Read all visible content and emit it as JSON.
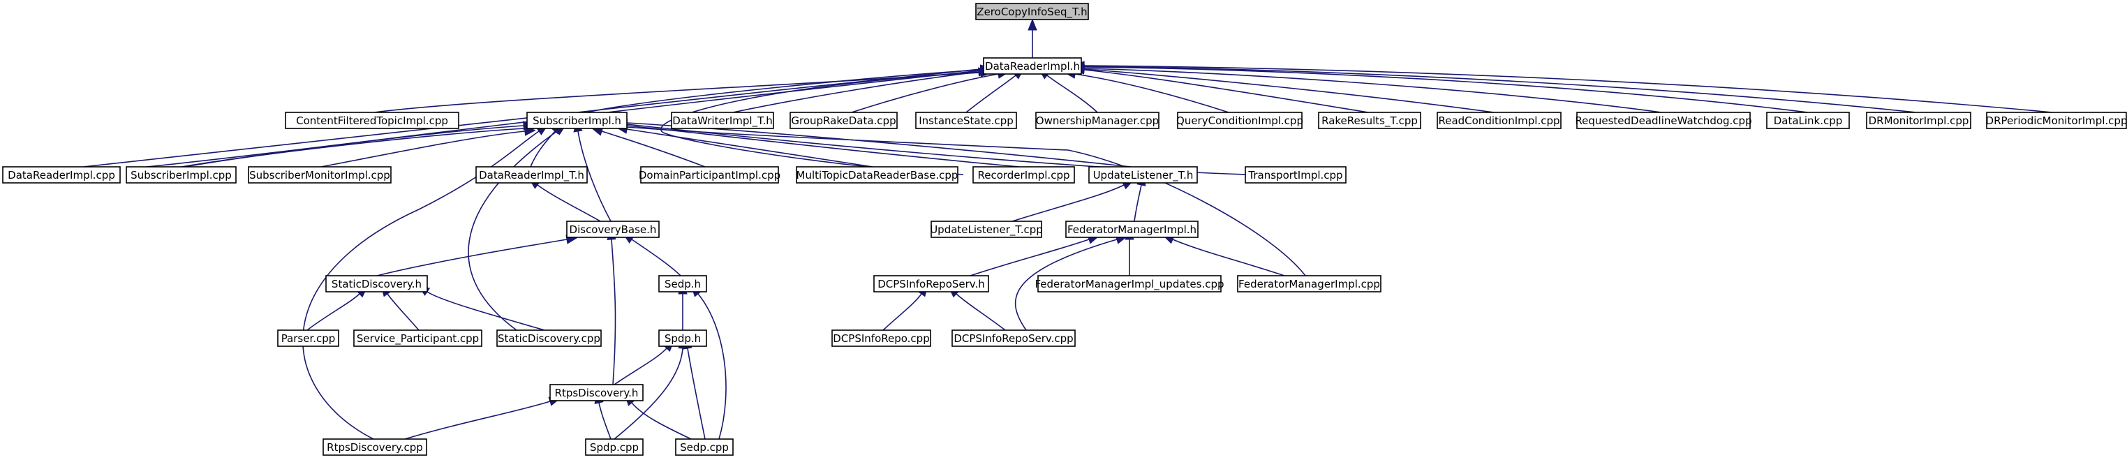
{
  "colors": {
    "edge": "#191970",
    "root_fill": "#bfbfbf",
    "node_fill": "#ffffff",
    "border": "#000000"
  },
  "nodes": [
    {
      "id": "root",
      "label": "ZeroCopyInfoSeq_T.h",
      "root": true
    },
    {
      "id": "drih",
      "label": "DataReaderImpl.h"
    },
    {
      "id": "cft",
      "label": "ContentFilteredTopicImpl.cpp"
    },
    {
      "id": "subh",
      "label": "SubscriberImpl.h"
    },
    {
      "id": "dwi",
      "label": "DataWriterImpl_T.h"
    },
    {
      "id": "grd",
      "label": "GroupRakeData.cpp"
    },
    {
      "id": "ist",
      "label": "InstanceState.cpp"
    },
    {
      "id": "own",
      "label": "OwnershipManager.cpp"
    },
    {
      "id": "qci",
      "label": "QueryConditionImpl.cpp"
    },
    {
      "id": "rrt",
      "label": "RakeResults_T.cpp"
    },
    {
      "id": "rci",
      "label": "ReadConditionImpl.cpp"
    },
    {
      "id": "rdw",
      "label": "RequestedDeadlineWatchdog.cpp"
    },
    {
      "id": "dl",
      "label": "DataLink.cpp"
    },
    {
      "id": "drm",
      "label": "DRMonitorImpl.cpp"
    },
    {
      "id": "drpm",
      "label": "DRPeriodicMonitorImpl.cpp"
    },
    {
      "id": "dric",
      "label": "DataReaderImpl.cpp"
    },
    {
      "id": "subc",
      "label": "SubscriberImpl.cpp"
    },
    {
      "id": "smon",
      "label": "SubscriberMonitorImpl.cpp"
    },
    {
      "id": "drit",
      "label": "DataReaderImpl_T.h"
    },
    {
      "id": "dpi",
      "label": "DomainParticipantImpl.cpp"
    },
    {
      "id": "mtd",
      "label": "MultiTopicDataReaderBase.cpp"
    },
    {
      "id": "rec",
      "label": "RecorderImpl.cpp"
    },
    {
      "id": "ulth",
      "label": "UpdateListener_T.h"
    },
    {
      "id": "tri",
      "label": "TransportImpl.cpp"
    },
    {
      "id": "db",
      "label": "DiscoveryBase.h"
    },
    {
      "id": "ultc",
      "label": "UpdateListener_T.cpp"
    },
    {
      "id": "fmh",
      "label": "FederatorManagerImpl.h"
    },
    {
      "id": "sdh",
      "label": "StaticDiscovery.h"
    },
    {
      "id": "sedph",
      "label": "Sedp.h"
    },
    {
      "id": "drs",
      "label": "DCPSInfoRepoServ.h"
    },
    {
      "id": "fmu",
      "label": "FederatorManagerImpl_updates.cpp"
    },
    {
      "id": "fmc",
      "label": "FederatorManagerImpl.cpp"
    },
    {
      "id": "par",
      "label": "Parser.cpp"
    },
    {
      "id": "svc",
      "label": "Service_Participant.cpp"
    },
    {
      "id": "sdc",
      "label": "StaticDiscovery.cpp"
    },
    {
      "id": "spdph",
      "label": "Spdp.h"
    },
    {
      "id": "dirc",
      "label": "DCPSInfoRepo.cpp"
    },
    {
      "id": "drsc",
      "label": "DCPSInfoRepoServ.cpp"
    },
    {
      "id": "rtph",
      "label": "RtpsDiscovery.h"
    },
    {
      "id": "rtpc",
      "label": "RtpsDiscovery.cpp"
    },
    {
      "id": "spdpc",
      "label": "Spdp.cpp"
    },
    {
      "id": "sedpc",
      "label": "Sedp.cpp"
    }
  ]
}
